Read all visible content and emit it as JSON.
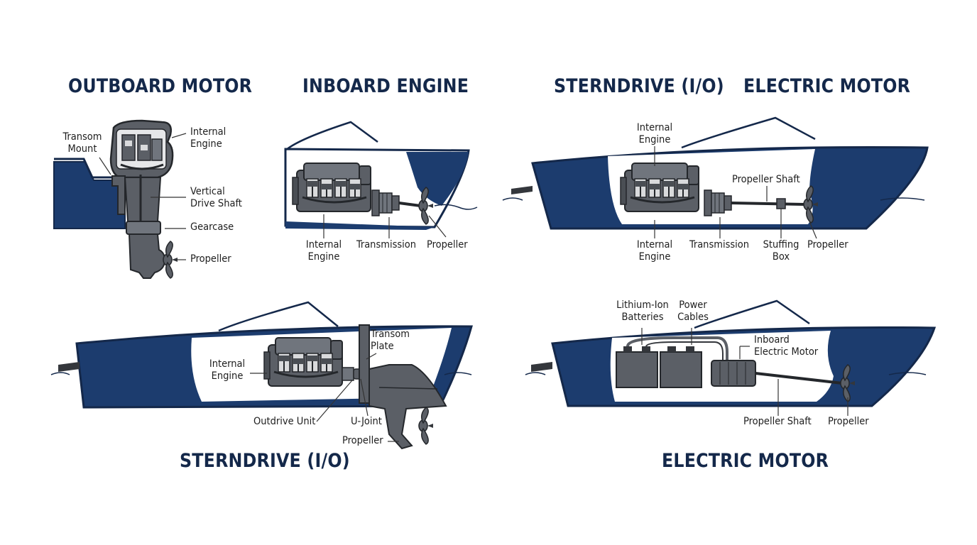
{
  "colors": {
    "navy": "#14284a",
    "hull": "#1c3c6e",
    "engine": "#5b5f66",
    "engine_dark": "#34373c",
    "leader": "#333333"
  },
  "titles": {
    "outboard": "OUTBOARD MOTOR",
    "inboard": "INBOARD ENGINE",
    "sterndrive_top": "STERNDRIVE (I/O)",
    "electric_top": "ELECTRIC MOTOR",
    "sterndrive_bottom": "STERNDRIVE (I/O)",
    "electric_bottom": "ELECTRIC MOTOR"
  },
  "outboard": {
    "transom_mount": "Transom\nMount",
    "internal_engine": "Internal\nEngine",
    "vertical_drive_shaft": "Vertical\nDrive Shaft",
    "gearcase": "Gearcase",
    "propeller": "Propeller"
  },
  "inboard": {
    "internal_engine": "Internal\nEngine",
    "transmission": "Transmission",
    "propeller": "Propeller"
  },
  "inboard_large": {
    "internal_engine_top": "Internal\nEngine",
    "propeller_shaft": "Propeller Shaft",
    "internal_engine_bottom": "Internal\nEngine",
    "transmission": "Transmission",
    "stuffing_box": "Stuffing\nBox",
    "propeller": "Propeller"
  },
  "sterndrive": {
    "internal_engine": "Internal\nEngine",
    "transom_plate": "Transom\nPlate",
    "outdrive_unit": "Outdrive Unit",
    "u_joint": "U-Joint",
    "propeller": "Propeller"
  },
  "electric": {
    "batteries": "Lithium-Ion\nBatteries",
    "power_cables": "Power\nCables",
    "inboard_motor": "Inboard\nElectric Motor",
    "propeller_shaft": "Propeller Shaft",
    "propeller": "Propeller"
  }
}
